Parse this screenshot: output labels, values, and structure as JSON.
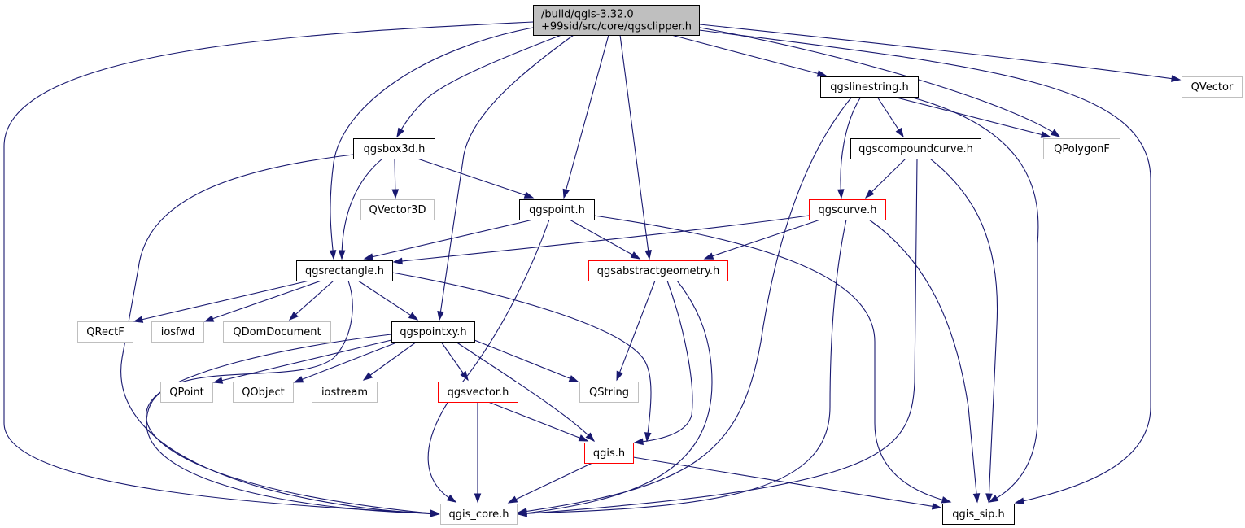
{
  "graph": {
    "colors": {
      "edge": "#191970",
      "root_fill": "#bfbfbf",
      "root_border": "#000000",
      "documented_border": "#000000",
      "truncated_border": "#ff0000",
      "external_border": "#bfbfbf",
      "node_fill": "#ffffff"
    },
    "nodes": [
      {
        "id": "root",
        "label_lines": [
          "/build/qgis-3.32.0",
          "+99sid/src/core/qgsclipper.h"
        ],
        "kind": "root"
      },
      {
        "id": "qgslinestring",
        "label_lines": [
          "qgslinestring.h"
        ],
        "kind": "documented"
      },
      {
        "id": "qvector",
        "label_lines": [
          "QVector"
        ],
        "kind": "external"
      },
      {
        "id": "qgsbox3d",
        "label_lines": [
          "qgsbox3d.h"
        ],
        "kind": "documented"
      },
      {
        "id": "qgscompoundcurve",
        "label_lines": [
          "qgscompoundcurve.h"
        ],
        "kind": "documented"
      },
      {
        "id": "qpolygonf",
        "label_lines": [
          "QPolygonF"
        ],
        "kind": "external"
      },
      {
        "id": "qvector3d",
        "label_lines": [
          "QVector3D"
        ],
        "kind": "external"
      },
      {
        "id": "qgspoint",
        "label_lines": [
          "qgspoint.h"
        ],
        "kind": "documented"
      },
      {
        "id": "qgscurve",
        "label_lines": [
          "qgscurve.h"
        ],
        "kind": "truncated"
      },
      {
        "id": "qgsrectangle",
        "label_lines": [
          "qgsrectangle.h"
        ],
        "kind": "documented"
      },
      {
        "id": "qgsabstractgeometry",
        "label_lines": [
          "qgsabstractgeometry.h"
        ],
        "kind": "truncated"
      },
      {
        "id": "qrectf",
        "label_lines": [
          "QRectF"
        ],
        "kind": "external"
      },
      {
        "id": "iosfwd",
        "label_lines": [
          "iosfwd"
        ],
        "kind": "external"
      },
      {
        "id": "qdomdocument",
        "label_lines": [
          "QDomDocument"
        ],
        "kind": "external"
      },
      {
        "id": "qgspointxy",
        "label_lines": [
          "qgspointxy.h"
        ],
        "kind": "documented"
      },
      {
        "id": "qpoint",
        "label_lines": [
          "QPoint"
        ],
        "kind": "external"
      },
      {
        "id": "qobject",
        "label_lines": [
          "QObject"
        ],
        "kind": "external"
      },
      {
        "id": "iostream",
        "label_lines": [
          "iostream"
        ],
        "kind": "external"
      },
      {
        "id": "qgsvector",
        "label_lines": [
          "qgsvector.h"
        ],
        "kind": "truncated"
      },
      {
        "id": "qstring",
        "label_lines": [
          "QString"
        ],
        "kind": "external"
      },
      {
        "id": "qgis",
        "label_lines": [
          "qgis.h"
        ],
        "kind": "truncated"
      },
      {
        "id": "qgis_core",
        "label_lines": [
          "qgis_core.h"
        ],
        "kind": "external"
      },
      {
        "id": "qgis_sip",
        "label_lines": [
          "qgis_sip.h"
        ],
        "kind": "documented"
      }
    ],
    "edges": [
      {
        "from": "root",
        "to": "qgis_core"
      },
      {
        "from": "root",
        "to": "qgsrectangle"
      },
      {
        "from": "root",
        "to": "qgsbox3d"
      },
      {
        "from": "root",
        "to": "qgspointxy"
      },
      {
        "from": "root",
        "to": "qgspoint"
      },
      {
        "from": "root",
        "to": "qgsabstractgeometry"
      },
      {
        "from": "root",
        "to": "qgslinestring"
      },
      {
        "from": "root",
        "to": "qpolygonf"
      },
      {
        "from": "root",
        "to": "qvector"
      },
      {
        "from": "root",
        "to": "qgis_sip"
      },
      {
        "from": "qgslinestring",
        "to": "qgscompoundcurve"
      },
      {
        "from": "qgslinestring",
        "to": "qgscurve"
      },
      {
        "from": "qgslinestring",
        "to": "qpolygonf"
      },
      {
        "from": "qgslinestring",
        "to": "qgis_core"
      },
      {
        "from": "qgslinestring",
        "to": "qgis_sip"
      },
      {
        "from": "qgscompoundcurve",
        "to": "qgscurve"
      },
      {
        "from": "qgscompoundcurve",
        "to": "qgis_core"
      },
      {
        "from": "qgscompoundcurve",
        "to": "qgis_sip"
      },
      {
        "from": "qgscurve",
        "to": "qgsrectangle"
      },
      {
        "from": "qgscurve",
        "to": "qgsabstractgeometry"
      },
      {
        "from": "qgscurve",
        "to": "qgis_core"
      },
      {
        "from": "qgscurve",
        "to": "qgis_sip"
      },
      {
        "from": "qgsbox3d",
        "to": "qvector3d"
      },
      {
        "from": "qgsbox3d",
        "to": "qgspoint"
      },
      {
        "from": "qgsbox3d",
        "to": "qgsrectangle"
      },
      {
        "from": "qgsbox3d",
        "to": "qgis_core"
      },
      {
        "from": "qgspoint",
        "to": "qgsrectangle"
      },
      {
        "from": "qgspoint",
        "to": "qgsabstractgeometry"
      },
      {
        "from": "qgspoint",
        "to": "qgis_core"
      },
      {
        "from": "qgspoint",
        "to": "qgis_sip"
      },
      {
        "from": "qgsabstractgeometry",
        "to": "qstring"
      },
      {
        "from": "qgsabstractgeometry",
        "to": "qgis"
      },
      {
        "from": "qgsabstractgeometry",
        "to": "qgis_core"
      },
      {
        "from": "qgsrectangle",
        "to": "qrectf"
      },
      {
        "from": "qgsrectangle",
        "to": "iosfwd"
      },
      {
        "from": "qgsrectangle",
        "to": "qdomdocument"
      },
      {
        "from": "qgsrectangle",
        "to": "qgspointxy"
      },
      {
        "from": "qgsrectangle",
        "to": "qgis"
      },
      {
        "from": "qgsrectangle",
        "to": "qgis_core"
      },
      {
        "from": "qgspointxy",
        "to": "qpoint"
      },
      {
        "from": "qgspointxy",
        "to": "qobject"
      },
      {
        "from": "qgspointxy",
        "to": "iostream"
      },
      {
        "from": "qgspointxy",
        "to": "qgsvector"
      },
      {
        "from": "qgspointxy",
        "to": "qstring"
      },
      {
        "from": "qgspointxy",
        "to": "qgis"
      },
      {
        "from": "qgspointxy",
        "to": "qgis_core"
      },
      {
        "from": "qgsvector",
        "to": "qgis"
      },
      {
        "from": "qgsvector",
        "to": "qgis_core"
      },
      {
        "from": "qgis",
        "to": "qgis_core"
      },
      {
        "from": "qgis",
        "to": "qgis_sip"
      }
    ]
  }
}
